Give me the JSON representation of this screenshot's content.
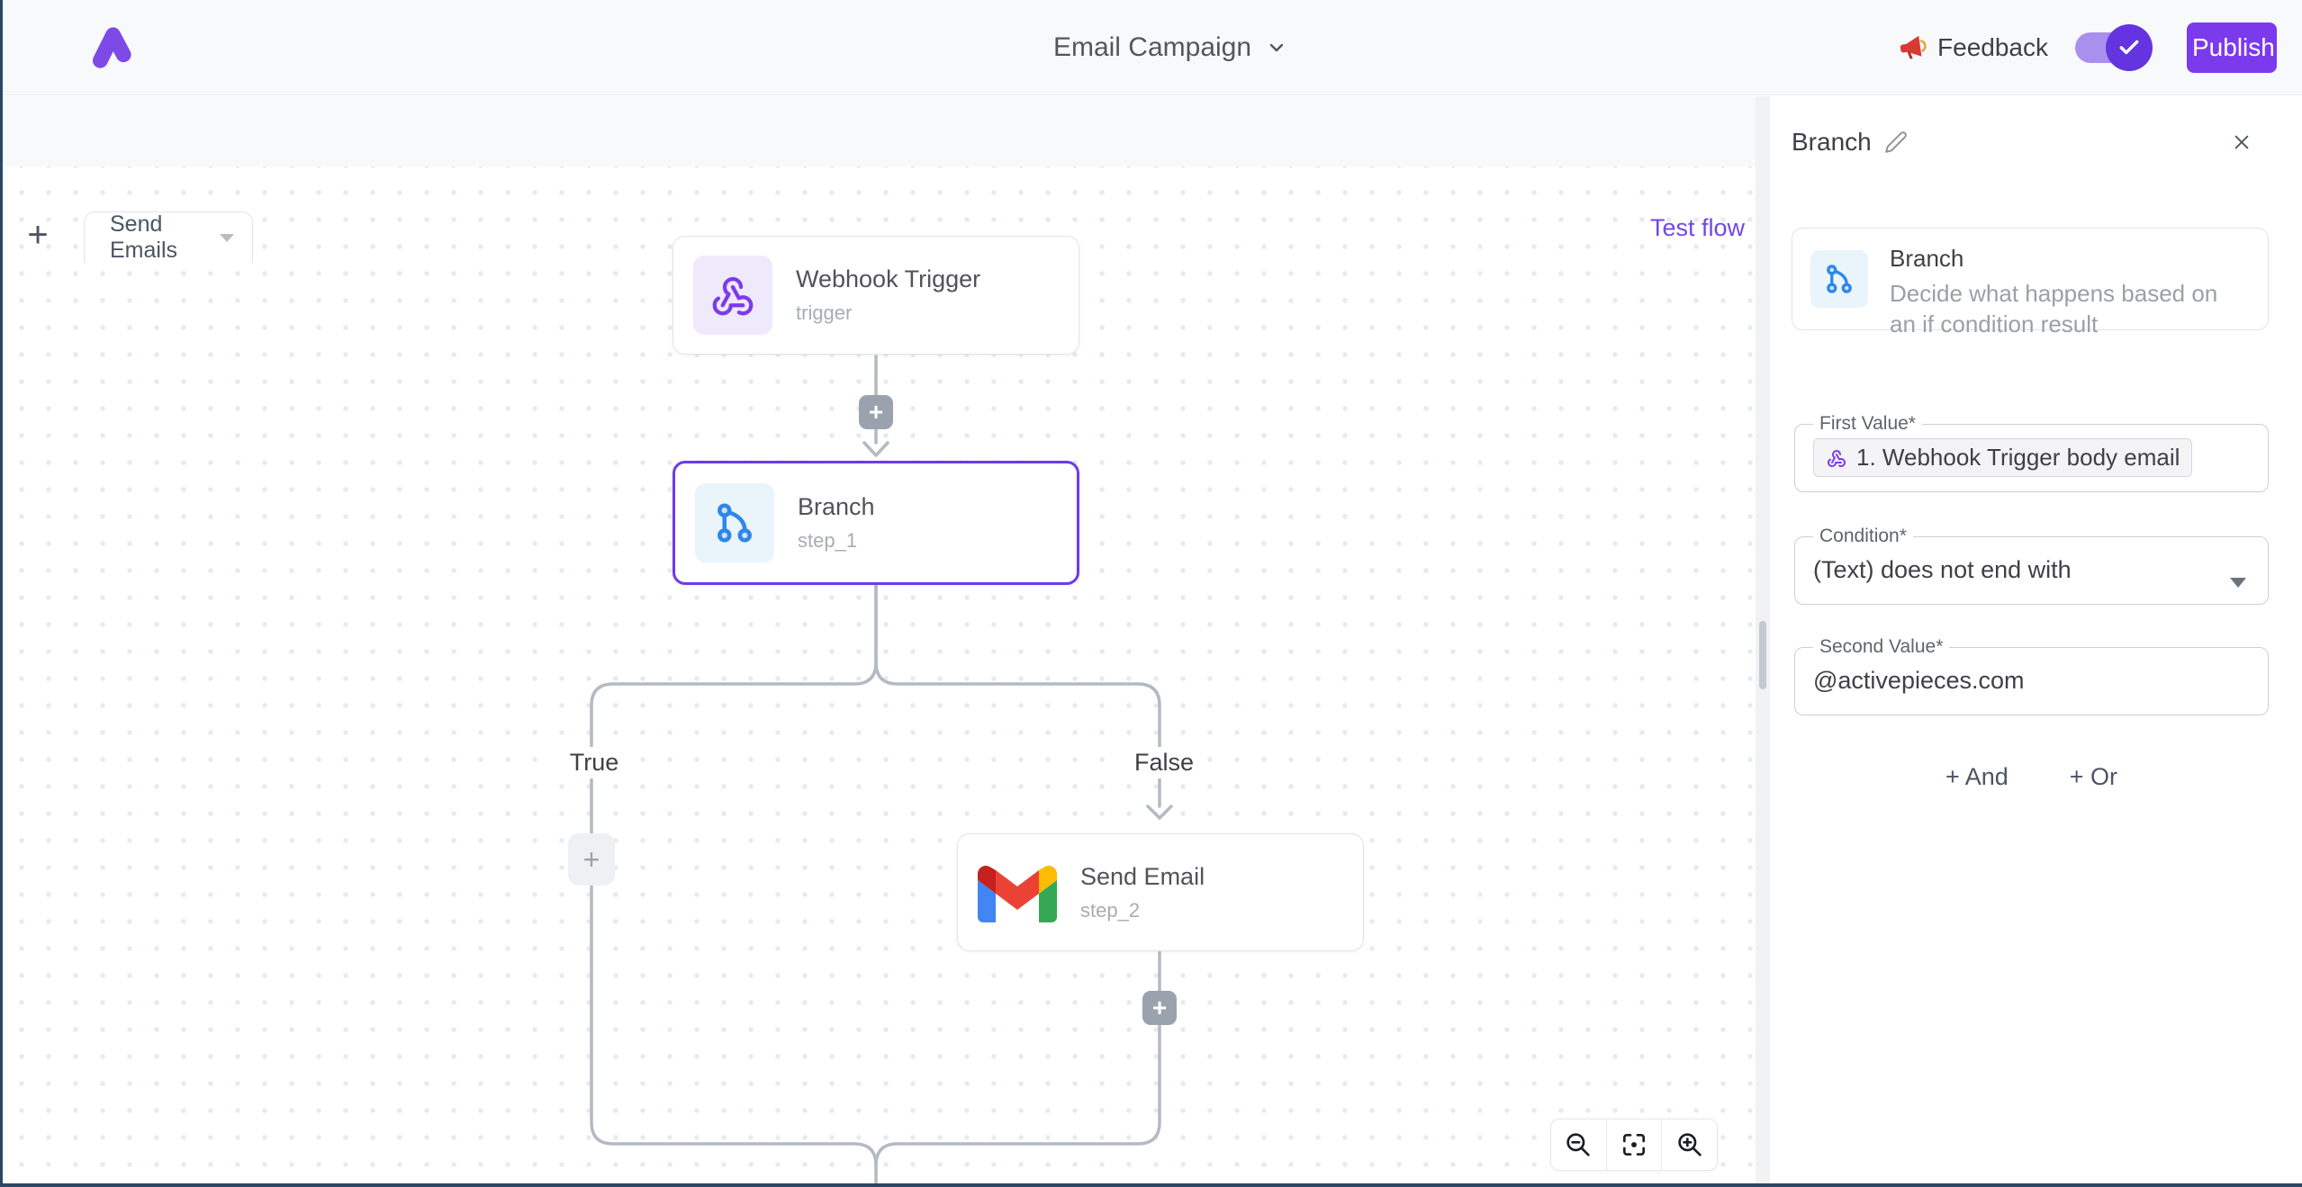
{
  "header": {
    "logo_icon": "activepieces-logo-icon",
    "title": "Email Campaign",
    "title_caret_icon": "chevron-down-icon",
    "feedback": {
      "icon": "megaphone-icon",
      "label": "Feedback"
    },
    "collaboration_toggle": {
      "state": "on",
      "icon": "check-icon"
    },
    "publish_label": "Publish"
  },
  "colors": {
    "primary": "#7c3aed",
    "selected_node_border": "#6d3ae8",
    "link": "#7147e8",
    "connector_line": "#b3bac4",
    "plus_badge": "#9aa3ad",
    "window_edge": "#2b4763",
    "webhook_purple": "#7c3aed",
    "branch_blue": "#2e86e9",
    "gmail": [
      "#4285F4",
      "#34A853",
      "#FBBC04",
      "#EA4335",
      "#C5221F"
    ]
  },
  "icons": {
    "plus": "+",
    "close": "✕"
  },
  "canvas": {
    "add_flow_icon": "plus-icon",
    "tab": {
      "label": "Send Emails",
      "caret_icon": "caret-down-icon"
    },
    "test_flow_label": "Test flow",
    "nodes": [
      {
        "icon": "webhook-icon",
        "title": "Webhook Trigger",
        "subtitle": "trigger"
      },
      {
        "icon": "branch-icon",
        "title": "Branch",
        "subtitle": "step_1",
        "selected": true
      },
      {
        "icon": "gmail-icon",
        "title": "Send Email",
        "subtitle": "step_2"
      }
    ],
    "branch": {
      "true_label": "True",
      "false_label": "False"
    },
    "zoom_controls": [
      "zoom-out",
      "fit-view",
      "zoom-in"
    ]
  },
  "panel": {
    "title": "Branch",
    "edit_icon": "pencil-icon",
    "close_icon": "close-icon",
    "info": {
      "icon": "branch-icon",
      "title": "Branch",
      "description": "Decide what happens based on an if condition result"
    },
    "first_value": {
      "label": "First Value*",
      "token": {
        "icon": "webhook-icon",
        "text": "1. Webhook Trigger body email"
      }
    },
    "condition": {
      "label": "Condition*",
      "value": "(Text) does not end with"
    },
    "second_value": {
      "label": "Second Value*",
      "value": "@activepieces.com"
    },
    "add_and_label": "+ And",
    "add_or_label": "+ Or"
  }
}
